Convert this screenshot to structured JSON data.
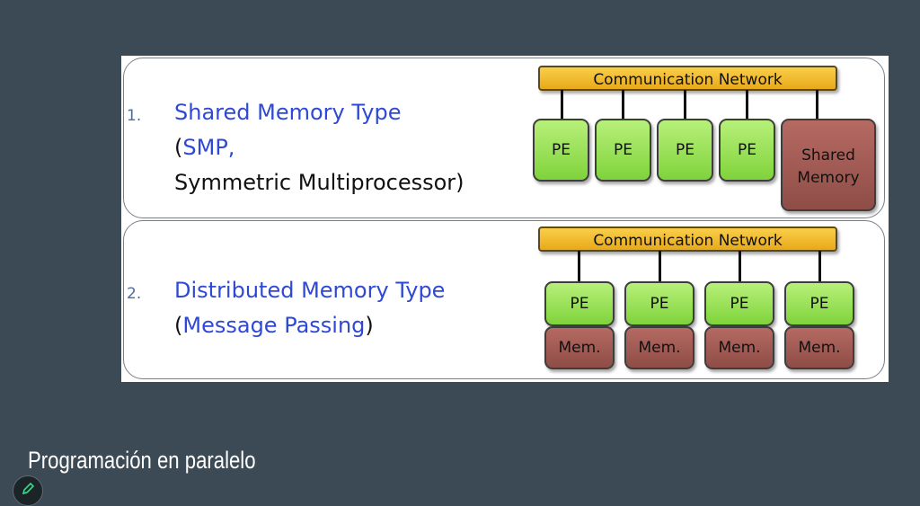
{
  "diagram": {
    "section1": {
      "number": "1.",
      "title": "Shared Memory Type",
      "paren_open": "(",
      "abbr": "SMP,",
      "subtitle": "Symmetric Multiprocessor)",
      "network_label": "Communication Network",
      "pe_labels": [
        "PE",
        "PE",
        "PE",
        "PE"
      ],
      "shared_memory_line1": "Shared",
      "shared_memory_line2": "Memory"
    },
    "section2": {
      "number": "2.",
      "title": "Distributed Memory Type",
      "paren_open": "(",
      "subtitle": "Message Passing",
      "paren_close": ")",
      "network_label": "Communication Network",
      "nodes": [
        {
          "pe": "PE",
          "mem": "Mem."
        },
        {
          "pe": "PE",
          "mem": "Mem."
        },
        {
          "pe": "PE",
          "mem": "Mem."
        },
        {
          "pe": "PE",
          "mem": "Mem."
        }
      ]
    }
  },
  "caption": "Programación en paralelo",
  "colors": {
    "background": "#3b4a54",
    "blue_text": "#2f49d4",
    "network": "#f2bd2e",
    "pe": "#9be25a",
    "memory": "#a05a53"
  },
  "icons": {
    "pen": "pen-icon"
  }
}
